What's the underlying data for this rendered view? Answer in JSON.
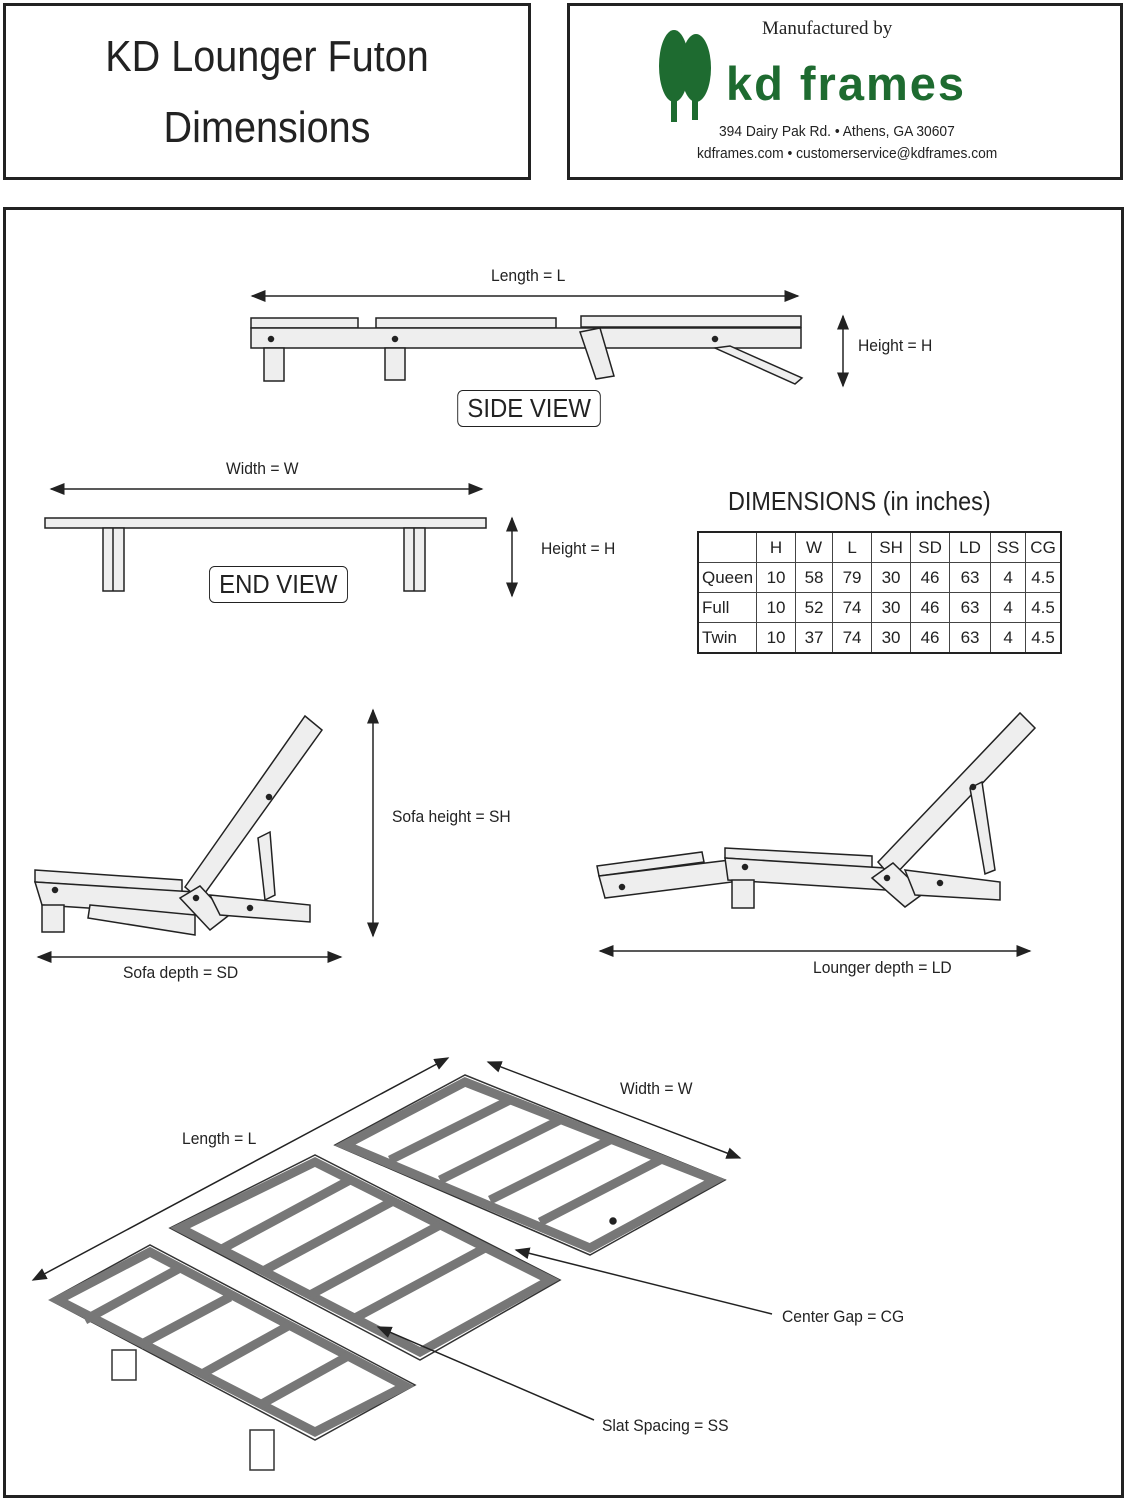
{
  "header": {
    "title_line1": "KD Lounger Futon",
    "title_line2": "Dimensions",
    "manufactured_by": "Manufactured by",
    "brand": "kd frames",
    "address": "394 Dairy Pak Rd. • Athens, GA  30607",
    "contact": "kdframes.com • customerservice@kdframes.com",
    "brand_color": "#1e6b30"
  },
  "side_view": {
    "length_label": "Length = L",
    "height_label": "Height = H",
    "view_label": "SIDE VIEW"
  },
  "end_view": {
    "width_label": "Width = W",
    "height_label": "Height = H",
    "view_label": "END VIEW"
  },
  "sofa": {
    "height_label": "Sofa height = SH",
    "depth_label": "Sofa depth = SD"
  },
  "lounger": {
    "depth_label": "Lounger depth = LD"
  },
  "iso": {
    "length_label": "Length = L",
    "width_label": "Width = W",
    "center_gap_label": "Center Gap = CG",
    "slat_spacing_label": "Slat Spacing = SS"
  },
  "dimensions": {
    "title": "DIMENSIONS (in inches)",
    "columns": [
      "",
      "H",
      "W",
      "L",
      "SH",
      "SD",
      "LD",
      "SS",
      "CG"
    ],
    "rows": [
      [
        "Queen",
        "10",
        "58",
        "79",
        "30",
        "46",
        "63",
        "4",
        "4.5"
      ],
      [
        "Full",
        "10",
        "52",
        "74",
        "30",
        "46",
        "63",
        "4",
        "4.5"
      ],
      [
        "Twin",
        "10",
        "37",
        "74",
        "30",
        "46",
        "63",
        "4",
        "4.5"
      ]
    ]
  }
}
